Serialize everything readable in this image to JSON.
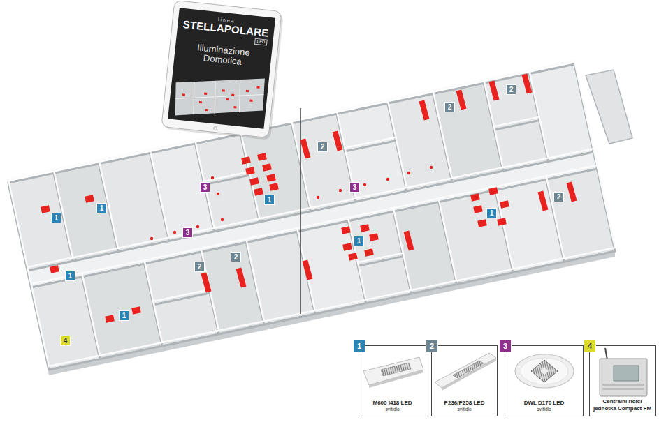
{
  "diagram": {
    "nodes": [
      {
        "text": [
          "linea",
          "STELLAPOLARE",
          "LED",
          "Illuminazione Domotica"
        ]
      },
      {
        "text": [
          "2"
        ]
      },
      {
        "text": [
          "2"
        ]
      },
      {
        "text": [
          "2"
        ]
      },
      {
        "text": [
          "3"
        ]
      },
      {
        "text": [
          "3"
        ]
      },
      {
        "text": [
          "2"
        ]
      },
      {
        "text": [
          "1"
        ]
      },
      {
        "text": [
          "1"
        ]
      },
      {
        "text": [
          "1"
        ]
      },
      {
        "text": [
          "1"
        ]
      },
      {
        "text": [
          "3"
        ]
      },
      {
        "text": [
          "1"
        ]
      },
      {
        "text": [
          "2"
        ]
      },
      {
        "text": [
          "2"
        ]
      },
      {
        "text": [
          "1"
        ]
      },
      {
        "text": [
          "1"
        ]
      },
      {
        "text": [
          "4"
        ]
      },
      {
        "text": [
          "M600 I418 LED",
          "svítidlo"
        ]
      },
      {
        "text": [
          "1"
        ],
        "in": 18
      },
      {
        "text": [
          "P236/P258 LED",
          "svítidlo"
        ]
      },
      {
        "text": [
          "2"
        ],
        "in": 20
      },
      {
        "text": [
          "DWL D170 LED",
          "svítidlo"
        ]
      },
      {
        "text": [
          "3"
        ],
        "in": 22
      },
      {
        "text": [
          "Centrální řídicí jednotka Compact FM"
        ]
      },
      {
        "text": [
          "4"
        ],
        "in": 24
      }
    ]
  }
}
